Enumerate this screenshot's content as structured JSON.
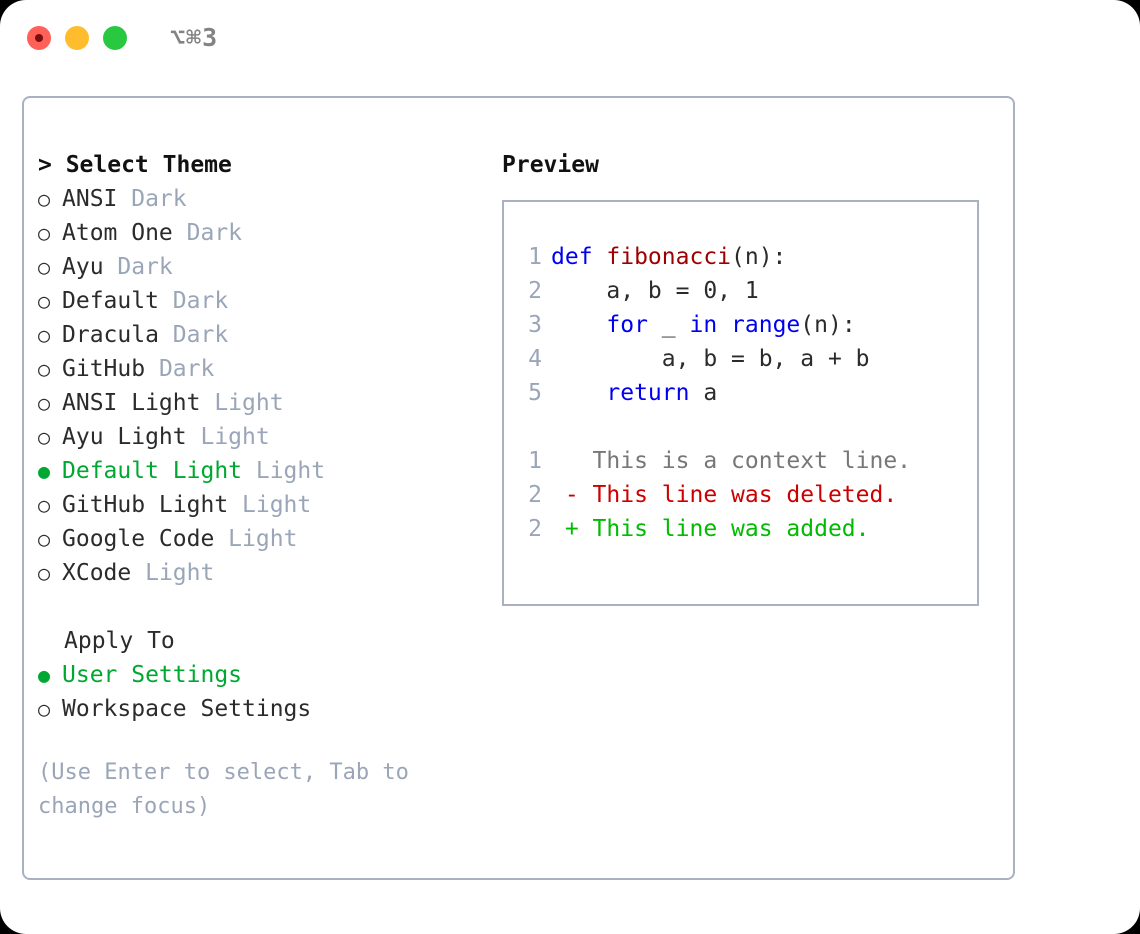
{
  "window": {
    "title": "⌥⌘3",
    "traffic_lights": [
      "close-red",
      "minimize-yellow",
      "zoom-green"
    ]
  },
  "colors": {
    "accent_green": "#00a832",
    "border": "#a8b2c2",
    "muted": "#9aa6b8",
    "keyword_blue": "#0000ee",
    "function_red": "#9e0000",
    "diff_deleted": "#cc0000",
    "diff_added": "#00bb00"
  },
  "theme_picker": {
    "header": "> Select Theme",
    "options": [
      {
        "bullet": "○",
        "label": "ANSI",
        "tag": "Dark",
        "selected": false
      },
      {
        "bullet": "○",
        "label": "Atom One",
        "tag": "Dark",
        "selected": false
      },
      {
        "bullet": "○",
        "label": "Ayu",
        "tag": "Dark",
        "selected": false
      },
      {
        "bullet": "○",
        "label": "Default",
        "tag": "Dark",
        "selected": false
      },
      {
        "bullet": "○",
        "label": "Dracula",
        "tag": "Dark",
        "selected": false
      },
      {
        "bullet": "○",
        "label": "GitHub",
        "tag": "Dark",
        "selected": false
      },
      {
        "bullet": "○",
        "label": "ANSI Light",
        "tag": "Light",
        "selected": false
      },
      {
        "bullet": "○",
        "label": "Ayu Light",
        "tag": "Light",
        "selected": false
      },
      {
        "bullet": "●",
        "label": "Default Light",
        "tag": "Light",
        "selected": true
      },
      {
        "bullet": "○",
        "label": "GitHub Light",
        "tag": "Light",
        "selected": false
      },
      {
        "bullet": "○",
        "label": "Google Code",
        "tag": "Light",
        "selected": false
      },
      {
        "bullet": "○",
        "label": "XCode",
        "tag": "Light",
        "selected": false
      }
    ]
  },
  "apply_to": {
    "header": "Apply To",
    "options": [
      {
        "bullet": "●",
        "label": "User Settings",
        "selected": true
      },
      {
        "bullet": "○",
        "label": "Workspace Settings",
        "selected": false
      }
    ]
  },
  "hint": "(Use Enter to select, Tab to change focus)",
  "preview": {
    "header": "Preview",
    "code_lines": [
      {
        "no": "1",
        "segments": [
          {
            "t": "def ",
            "c": "kw"
          },
          {
            "t": "fibonacci",
            "c": "fn"
          },
          {
            "t": "(n):",
            "c": ""
          }
        ]
      },
      {
        "no": "2",
        "segments": [
          {
            "t": "    a, b = 0, 1",
            "c": ""
          }
        ]
      },
      {
        "no": "3",
        "segments": [
          {
            "t": "    ",
            "c": ""
          },
          {
            "t": "for",
            "c": "kw"
          },
          {
            "t": " _ ",
            "c": ""
          },
          {
            "t": "in",
            "c": "kw"
          },
          {
            "t": " ",
            "c": ""
          },
          {
            "t": "range",
            "c": "kw"
          },
          {
            "t": "(n):",
            "c": ""
          }
        ]
      },
      {
        "no": "4",
        "segments": [
          {
            "t": "        a, b = b, a + b",
            "c": ""
          }
        ]
      },
      {
        "no": "5",
        "segments": [
          {
            "t": "    ",
            "c": ""
          },
          {
            "t": "return",
            "c": "kw"
          },
          {
            "t": " a",
            "c": ""
          }
        ]
      }
    ],
    "diff_lines": [
      {
        "no": "1",
        "marker": "  ",
        "text": "This is a context line.",
        "kind": "ctx"
      },
      {
        "no": "2",
        "marker": "- ",
        "text": "This line was deleted.",
        "kind": "del"
      },
      {
        "no": "2",
        "marker": "+ ",
        "text": "This line was added.",
        "kind": "add"
      }
    ]
  }
}
